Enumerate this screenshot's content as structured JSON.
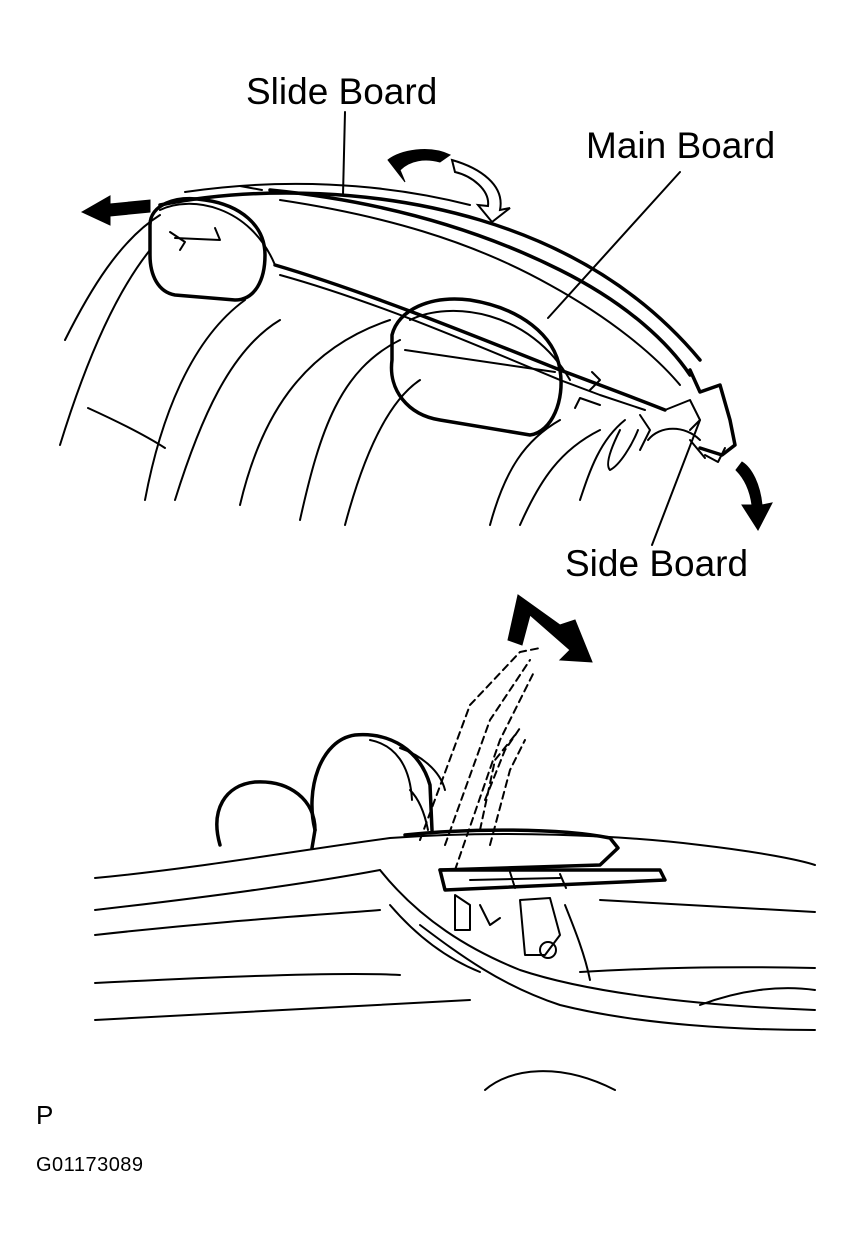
{
  "labels": {
    "slide_board": "Slide Board",
    "main_board": "Main Board",
    "side_board": "Side Board"
  },
  "figure_code": {
    "page_letter": "P",
    "id": "G01173089"
  },
  "colors": {
    "ink": "#000000",
    "paper": "#ffffff"
  }
}
